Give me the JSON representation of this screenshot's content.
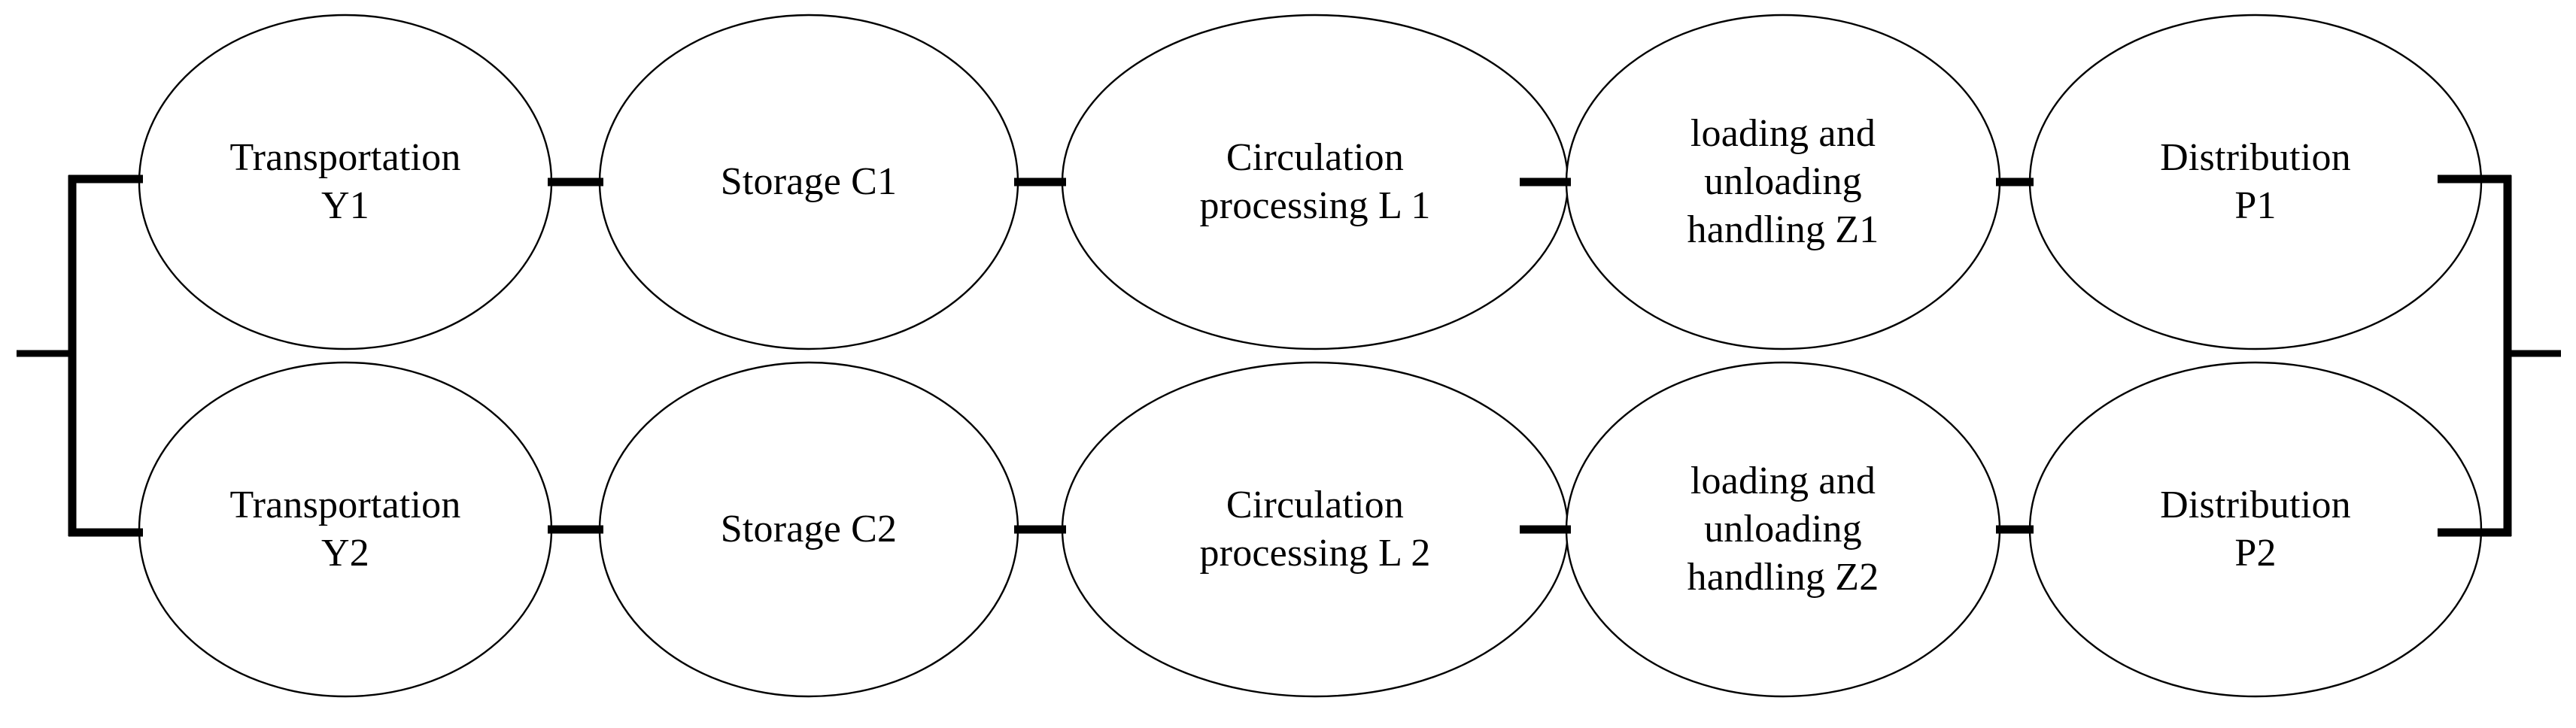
{
  "diagram": {
    "title": "Logistics service parallel-series reliability block diagram",
    "type": "reliability-block-diagram",
    "background_color": "#ffffff",
    "line_color": "#000000",
    "text_color": "#000000",
    "rows": [
      {
        "row_id": "row-1",
        "nodes": [
          {
            "id": "Y1",
            "label": "Transportation\nY1",
            "line1": "Transportation",
            "line2": "Y1",
            "lines": 2
          },
          {
            "id": "C1",
            "label": "Storage C1",
            "line1": "Storage C1",
            "line2": "",
            "lines": 1
          },
          {
            "id": "L1",
            "label": "Circulation\nprocessing L 1",
            "line1": "Circulation",
            "line2": "processing L 1",
            "lines": 2
          },
          {
            "id": "Z1",
            "label": "loading and\nunloading\nhandling Z1",
            "line1": "loading and",
            "line2": "unloading",
            "line3": "handling Z1",
            "lines": 3
          },
          {
            "id": "P1",
            "label": "Distribution\nP1",
            "line1": "Distribution",
            "line2": "P1",
            "lines": 2
          }
        ]
      },
      {
        "row_id": "row-2",
        "nodes": [
          {
            "id": "Y2",
            "label": "Transportation\nY2",
            "line1": "Transportation",
            "line2": "Y2",
            "lines": 2
          },
          {
            "id": "C2",
            "label": "Storage C2",
            "line1": "Storage C2",
            "line2": "",
            "lines": 1
          },
          {
            "id": "L2",
            "label": "Circulation\nprocessing L 2",
            "line1": "Circulation",
            "line2": "processing L 2",
            "lines": 2
          },
          {
            "id": "Z2",
            "label": "loading and\nunloading\nhandling Z2",
            "line1": "loading and",
            "line2": "unloading",
            "line3": "handling Z2",
            "lines": 3
          },
          {
            "id": "P2",
            "label": "Distribution\nP2",
            "line1": "Distribution",
            "line2": "P2",
            "lines": 2
          }
        ]
      }
    ],
    "connectors": {
      "intra_row_links": 8,
      "left_bracket": "splits input into row-1 and row-2",
      "right_bracket": "merges row-1 and row-2 into output",
      "input_stub": "left terminal lead",
      "output_stub": "right terminal lead"
    }
  }
}
